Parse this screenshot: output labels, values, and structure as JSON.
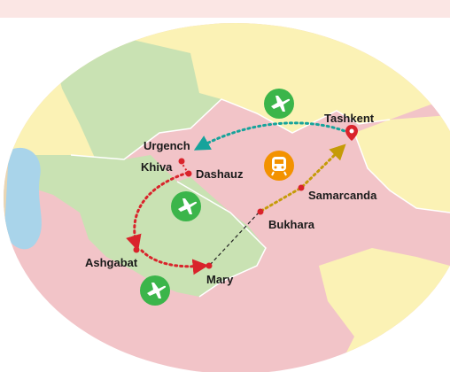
{
  "map": {
    "colors": {
      "top_band": "#fbe6e4",
      "land_green": "#c9e2b3",
      "land_pink": "#f2c4c8",
      "land_yellow": "#fbf2b5",
      "land_tan": "#e9d6b3",
      "water": "#a9d4ea",
      "border": "#ffffff",
      "route_red": "#d9232b",
      "route_teal": "#16a39b",
      "route_gold": "#c59b08",
      "route_black": "#222222",
      "flight_badge": "#3bb54a",
      "train_badge": "#f39200"
    },
    "cities": [
      {
        "name": "Tashkent"
      },
      {
        "name": "Urgench"
      },
      {
        "name": "Khiva"
      },
      {
        "name": "Dashauz"
      },
      {
        "name": "Samarcanda"
      },
      {
        "name": "Bukhara"
      },
      {
        "name": "Ashgabat"
      },
      {
        "name": "Mary"
      }
    ],
    "icons": {
      "flight": "airplane-icon",
      "train": "train-icon",
      "pin": "location-pin-icon"
    }
  }
}
